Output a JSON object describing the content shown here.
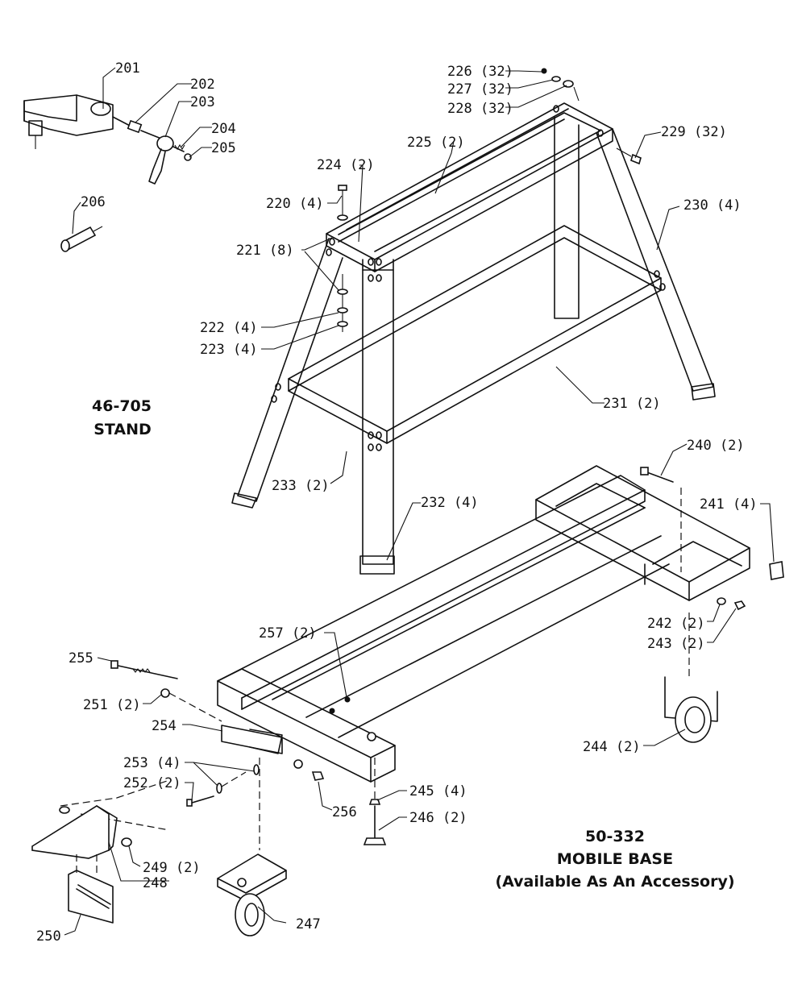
{
  "stand_title": {
    "line1": "46-705",
    "line2": "STAND"
  },
  "base_title": {
    "line1": "50-332",
    "line2": "MOBILE BASE",
    "line3": "(Available As An Accessory)"
  },
  "callouts": {
    "c201": "201",
    "c202": "202",
    "c203": "203",
    "c204": "204",
    "c205": "205",
    "c206": "206",
    "c220": "220 (4)",
    "c221": "221 (8)",
    "c222": "222 (4)",
    "c223": "223 (4)",
    "c224": "224 (2)",
    "c225": "225 (2)",
    "c226": "226 (32)",
    "c227": "227 (32)",
    "c228": "228 (32)",
    "c229": "229 (32)",
    "c230": "230 (4)",
    "c231": "231 (2)",
    "c232": "232 (4)",
    "c233": "233 (2)",
    "c240": "240 (2)",
    "c241": "241 (4)",
    "c242": "242 (2)",
    "c243": "243 (2)",
    "c244": "244 (2)",
    "c245": "245 (4)",
    "c246": "246 (2)",
    "c247": "247",
    "c248": "248",
    "c249": "249 (2)",
    "c250": "250",
    "c251": "251 (2)",
    "c252": "252 (2)",
    "c253": "253 (4)",
    "c254": "254",
    "c255": "255",
    "c256": "256",
    "c257": "257 (2)"
  }
}
